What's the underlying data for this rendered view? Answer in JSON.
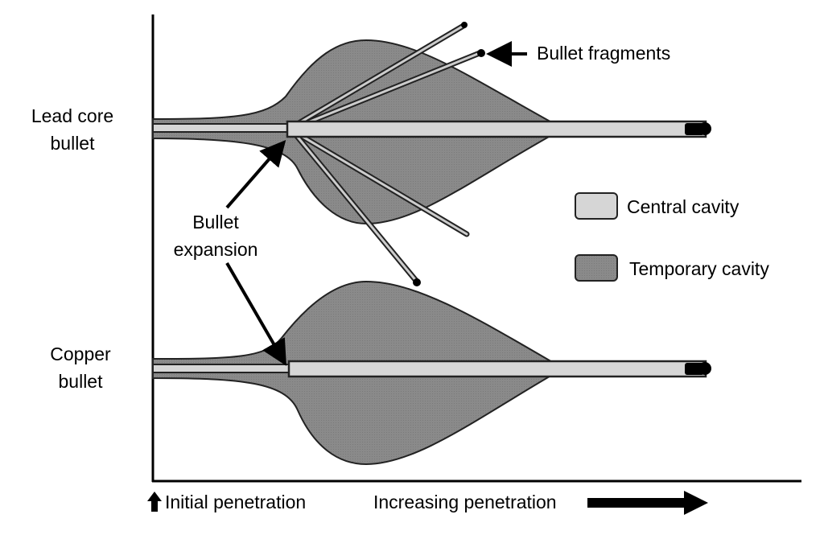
{
  "labels": {
    "lead_core_line1": "Lead core",
    "lead_core_line2": "bullet",
    "copper_line1": "Copper",
    "copper_line2": "bullet",
    "expansion_line1": "Bullet",
    "expansion_line2": "expansion",
    "fragments": "Bullet fragments",
    "initial_penetration": "Initial penetration",
    "increasing_penetration": "Increasing penetration"
  },
  "legend": [
    {
      "label": "Central cavity",
      "color": "#d6d6d6"
    },
    {
      "label": "Temporary cavity",
      "color": "#8a8a8a"
    }
  ],
  "colors": {
    "temporary_cavity": "#8a8a8a",
    "central_cavity": "#d6d6d6",
    "outline": "#222222"
  }
}
